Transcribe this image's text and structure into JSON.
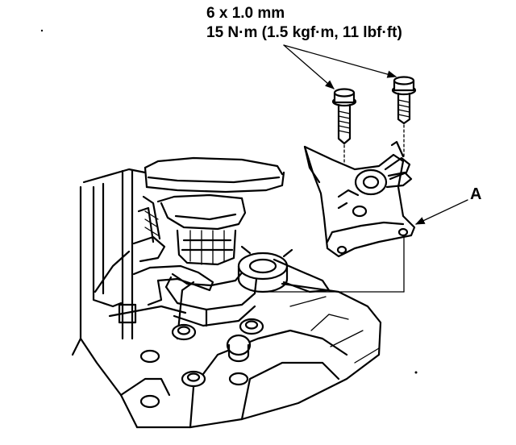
{
  "labels": {
    "bolt_size": "6 x 1.0 mm",
    "torque": "15 N·m (1.5 kgf·m, 11 lbf·ft)",
    "callout_a": "A"
  },
  "colors": {
    "line": "#000000",
    "background": "#ffffff"
  }
}
